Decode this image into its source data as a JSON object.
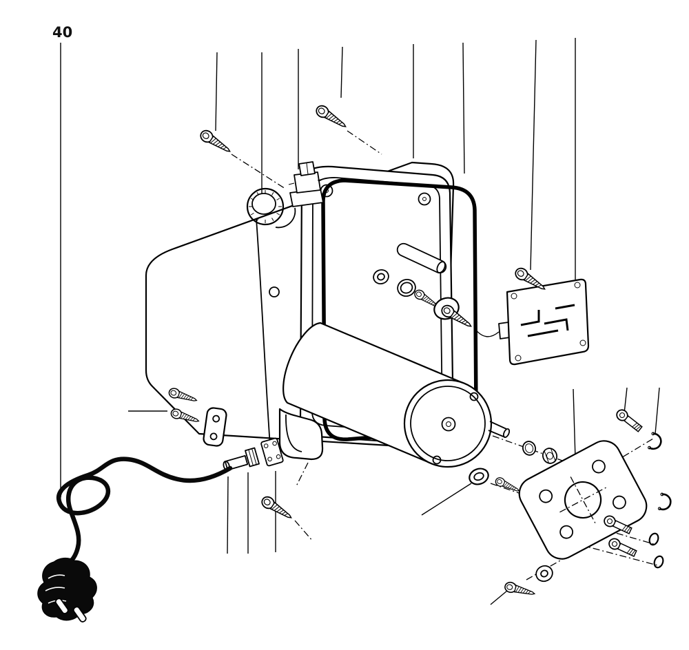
{
  "figure": {
    "label": "40"
  },
  "colors": {
    "line": "#000000",
    "background": "#ffffff",
    "cord": "#0a0a0a"
  },
  "parts": [
    "figure-number-label",
    "leader-lines",
    "assembly-axes",
    "housing",
    "rear-frame",
    "corner-boss",
    "control-knob",
    "power-switch",
    "gasket-seal",
    "shaft-pin",
    "washer",
    "o-ring",
    "cap-plug",
    "motor",
    "motor-end-cap",
    "motor-shaft",
    "mounting-foot",
    "grommet",
    "circuit-board",
    "connector-wire",
    "mounting-plate",
    "hex-bolt",
    "circlip",
    "end-cap",
    "flat-washer",
    "screw",
    "terminal-bracket",
    "cable-gland",
    "power-cord",
    "power-plug"
  ]
}
